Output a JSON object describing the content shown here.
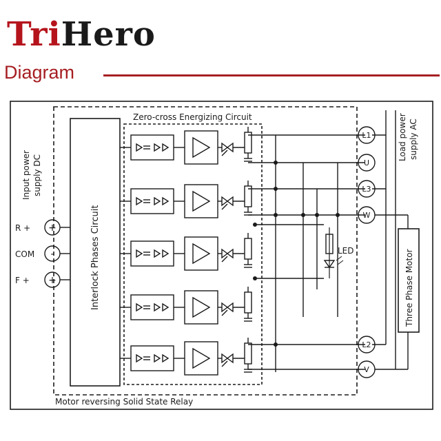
{
  "brand": {
    "logo_a": "Tri",
    "logo_b": "Hero",
    "red": "#b5141c",
    "dark": "#1a1a1a"
  },
  "section": {
    "title": "Diagram",
    "accent": "#a61e22"
  },
  "diagram": {
    "zero_cross_label": "Zero-cross Energizing Circuit",
    "interlock_label": "Interlock Phases Circuit",
    "input_label_1": "Input power",
    "input_label_2": "supply DC",
    "load_label_1": "Load power",
    "load_label_2": "supply AC",
    "motor_label": "Three Phase Motor",
    "led_label": "LED",
    "footer_label": "Motor reversing Solid State Relay",
    "inputs": [
      {
        "name": "R +",
        "symbol": "+"
      },
      {
        "name": "COM",
        "symbol": "-"
      },
      {
        "name": "F +",
        "symbol": "+"
      }
    ],
    "terminals": [
      "L1",
      "U",
      "L3",
      "W",
      "L2",
      "V"
    ]
  }
}
